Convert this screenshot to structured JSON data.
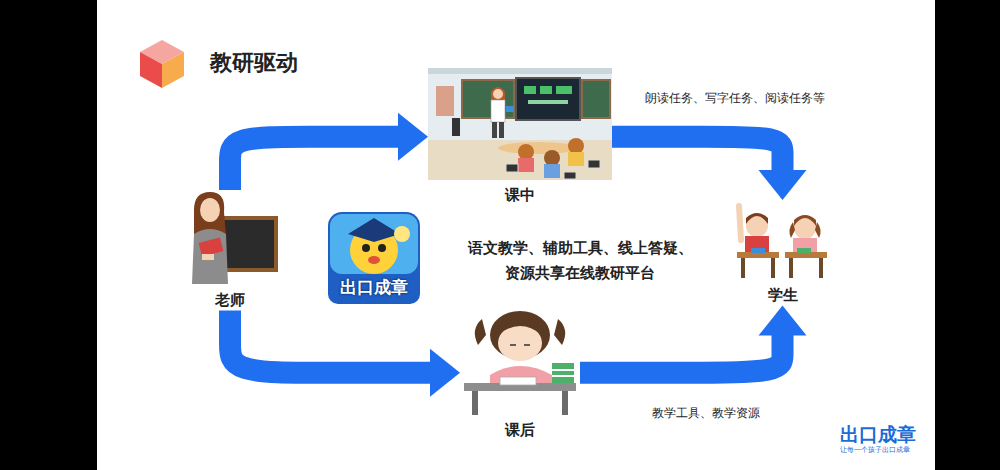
{
  "diagram": {
    "title": "教研驱动",
    "nodes": [
      {
        "text": [
          "老师"
        ]
      },
      {
        "text": [
          "课中"
        ]
      },
      {
        "text": [
          "出口成章"
        ]
      },
      {
        "text": [
          "课后"
        ]
      },
      {
        "text": [
          "学生"
        ]
      }
    ],
    "edges": [
      {
        "from": 0,
        "to": 1,
        "arrow": "to"
      },
      {
        "from": 0,
        "to": 3,
        "arrow": "to"
      },
      {
        "from": 1,
        "to": 4,
        "label": "朗读任务、写字任务、阅读任务等",
        "arrow": "to"
      },
      {
        "from": 3,
        "to": 4,
        "label": "教学工具、教学资源",
        "arrow": "to"
      }
    ],
    "labels": [
      "语文教学、辅助工具、线上答疑、资源共享在线教研平台",
      "出口成章",
      "让每一个孩子出口成章"
    ]
  }
}
